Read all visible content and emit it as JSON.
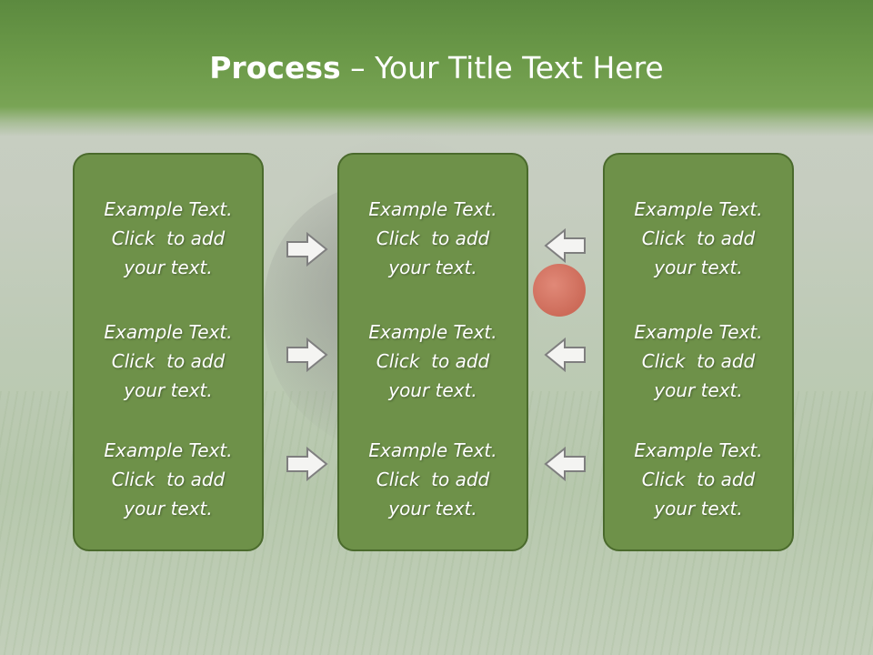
{
  "slide": {
    "title_bold": "Process",
    "title_rest": " – Your Title Text Here"
  },
  "panels": [
    {
      "blocks": [
        [
          "Example Text.",
          "Click  to add",
          "your text."
        ],
        [
          "Example Text.",
          "Click  to add",
          "your text."
        ],
        [
          "Example Text.",
          "Click  to add",
          "your text."
        ]
      ]
    },
    {
      "blocks": [
        [
          "Example Text.",
          "Click  to add",
          "your text."
        ],
        [
          "Example Text.",
          "Click  to add",
          "your text."
        ],
        [
          "Example Text.",
          "Click  to add",
          "your text."
        ]
      ]
    },
    {
      "blocks": [
        [
          "Example Text.",
          "Click  to add",
          "your text."
        ],
        [
          "Example Text.",
          "Click  to add",
          "your text."
        ],
        [
          "Example Text.",
          "Click  to add",
          "your text."
        ]
      ]
    }
  ],
  "arrows": {
    "left_column": [
      "arrow-right-icon",
      "arrow-right-icon",
      "arrow-right-icon"
    ],
    "right_column": [
      "arrow-left-icon",
      "arrow-left-icon",
      "arrow-left-icon"
    ]
  },
  "colors": {
    "header": "#6c9a49",
    "panel_fill": "#6e9149",
    "panel_border": "#4a6a2c",
    "text": "#ffffff"
  }
}
